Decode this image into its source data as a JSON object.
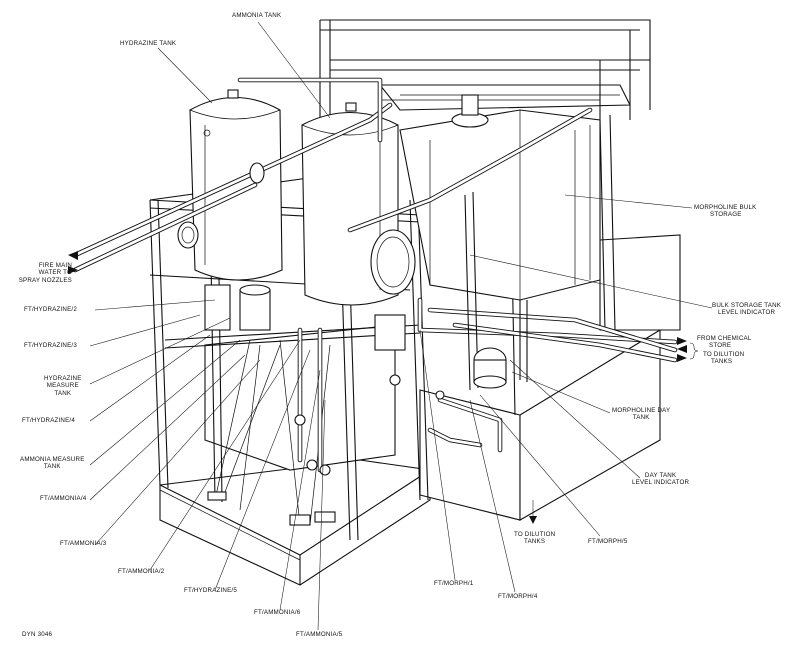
{
  "labels": {
    "hydrazine_tank": "HYDRAZINE TANK",
    "ammonia_tank": "AMMONIA TANK",
    "fire_main_1": "FIRE MAIN",
    "fire_main_2": "WATER TO",
    "fire_main_3": "SPRAY NOZZLES",
    "morpholine_bulk_1": "MORPHOLINE BULK",
    "morpholine_bulk_2": "STORAGE",
    "bulk_level_1": "BULK STORAGE TANK",
    "bulk_level_2": "LEVEL INDICATOR",
    "from_chem_1": "FROM CHEMICAL",
    "from_chem_2": "STORE",
    "to_dilution_1": "TO DILUTION",
    "to_dilution_2": "TANKS",
    "morph_day_1": "MORPHOLINE DAY",
    "morph_day_2": "TANK",
    "day_level_1": "DAY TANK",
    "day_level_2": "LEVEL INDICATOR",
    "to_dilution_bottom_1": "TO DILUTION",
    "to_dilution_bottom_2": "TANKS",
    "ft_hydrazine_2": "FT/HYDRAZINE/2",
    "ft_hydrazine_3": "FT/HYDRAZINE/3",
    "hydrazine_measure_1": "HYDRAZINE",
    "hydrazine_measure_2": "MEASURE",
    "hydrazine_measure_3": "TANK",
    "ft_hydrazine_4": "FT/HYDRAZINE/4",
    "ammonia_measure_1": "AMMONIA MEASURE",
    "ammonia_measure_2": "TANK",
    "ft_ammonia_4": "FT/AMMONIA/4",
    "ft_ammonia_3": "FT/AMMONIA/3",
    "ft_ammonia_2": "FT/AMMONIA/2",
    "ft_hydrazine_5": "FT/HYDRAZINE/5",
    "ft_ammonia_6": "FT/AMMONIA/6",
    "ft_ammonia_5": "FT/AMMONIA/5",
    "ft_morph_1": "FT/MORPH/1",
    "ft_morph_4": "FT/MORPH/4",
    "ft_morph_5": "FT/MORPH/5",
    "drawing_number": "DYN 3046"
  },
  "icons": {
    "flow_arrow": "arrow-icon"
  }
}
